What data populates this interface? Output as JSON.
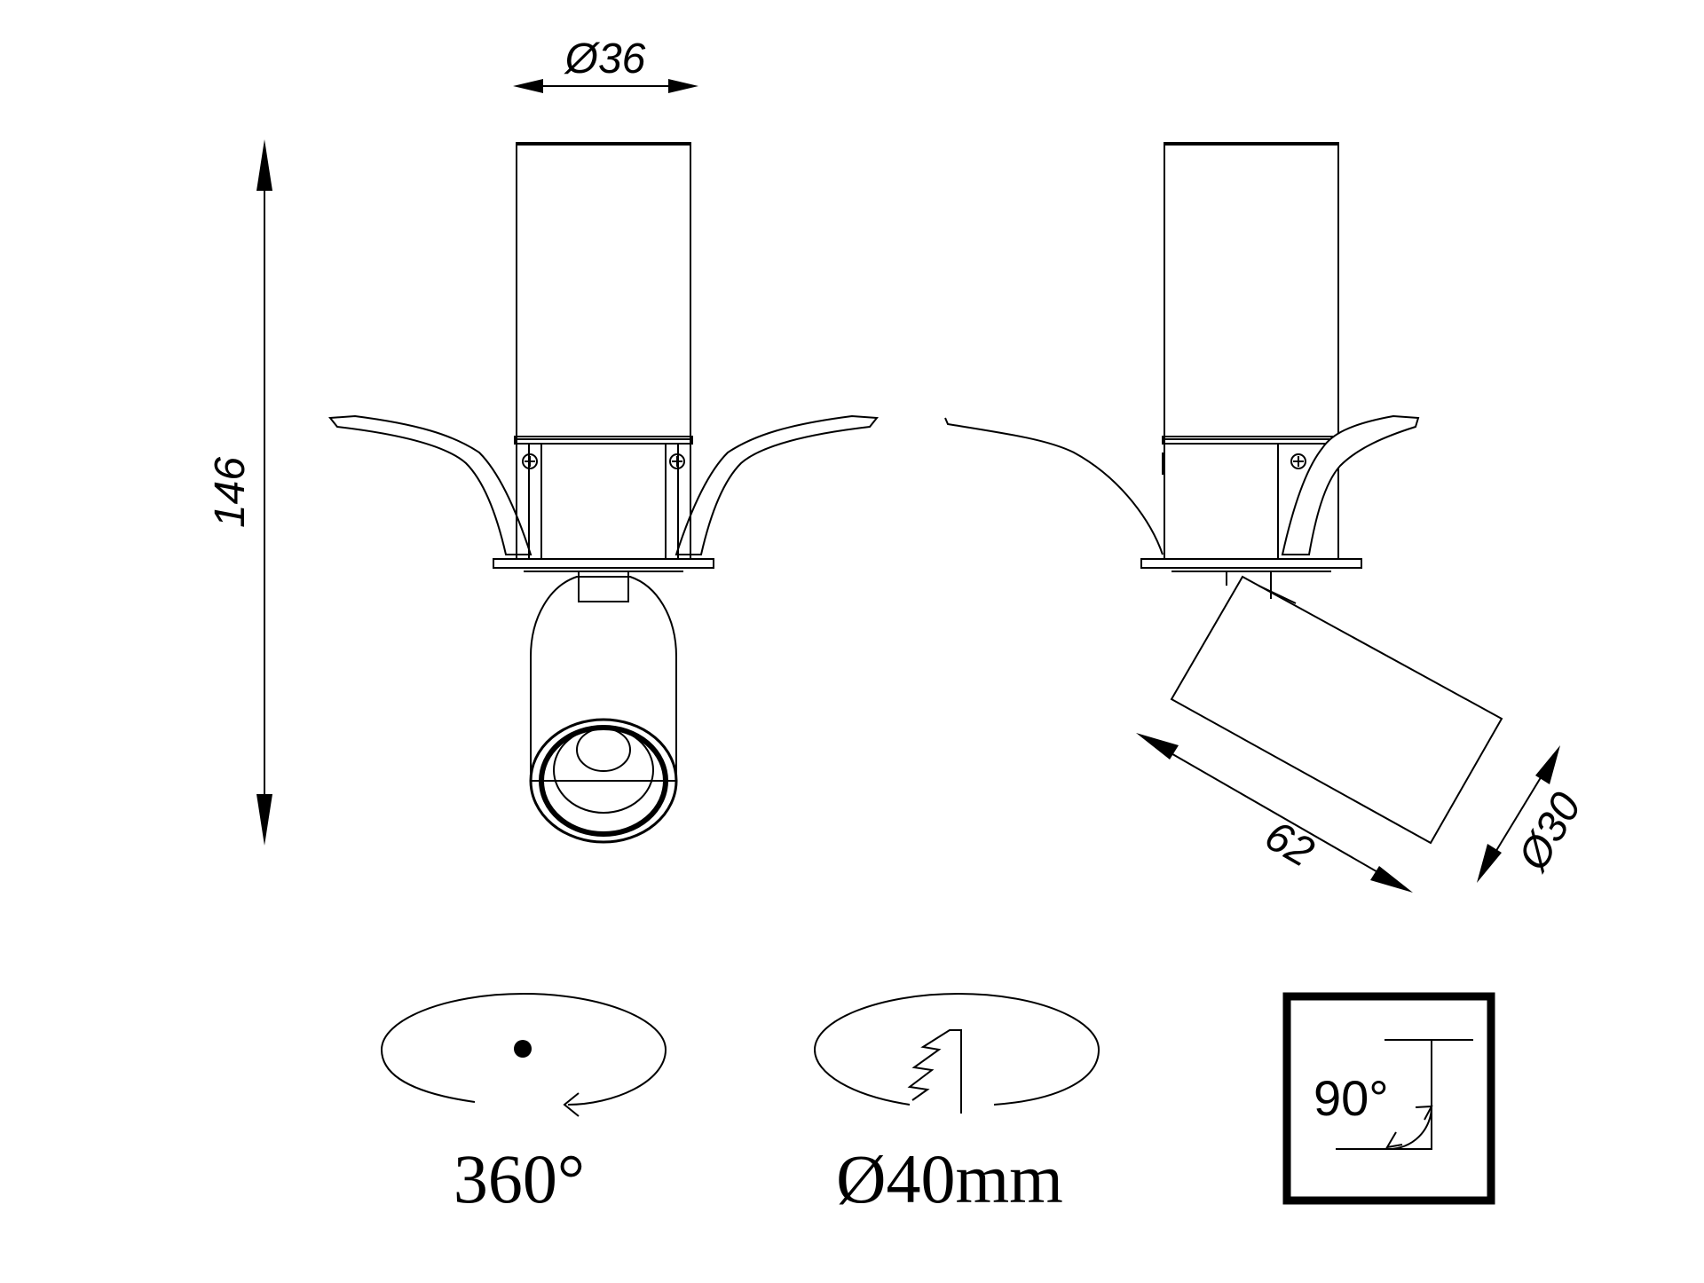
{
  "dimensions": {
    "top_diameter": "Ø36",
    "total_height": "146",
    "head_length": "62",
    "head_diameter": "Ø30"
  },
  "features": {
    "rotation": "360°",
    "cutout": "Ø40mm",
    "tilt": "90°"
  },
  "colors": {
    "line": "#000000",
    "background": "#ffffff"
  }
}
